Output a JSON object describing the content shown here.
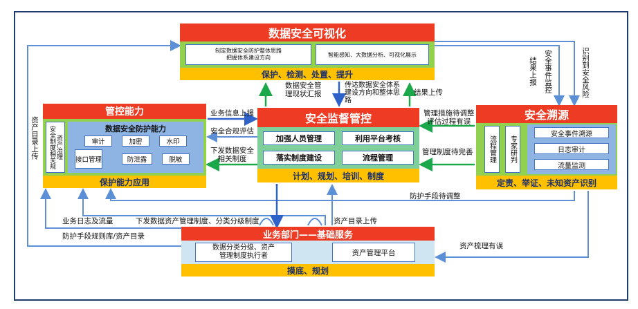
{
  "top": {
    "title": "数据安全可视化",
    "left_box": "制定数据安全防护整体思路\n把握体系建设方向",
    "right_box": "智能感知、大数据分析、可视化展示",
    "footer": "保护、检测、处置、提升"
  },
  "left": {
    "title": "管控能力",
    "vertical_box": "资产治理\n安全制度相关规",
    "panel_title": "数据安全防护能力",
    "cells": [
      "审计",
      "加密",
      "水印",
      "接口管理",
      "防泄露",
      "脱敏"
    ],
    "footer": "保护能力应用"
  },
  "center": {
    "title": "安全监督管控",
    "cells": [
      "加强人员管理",
      "利用平台考核",
      "落实制度建设",
      "流程管理"
    ],
    "footer": "计划、规划、培训、制度"
  },
  "right": {
    "title": "安全溯源",
    "vertical_boxes": [
      "流程管理",
      "专家研判"
    ],
    "list_items": [
      "安全事件溯源",
      "日志审计",
      "流量监测"
    ],
    "footer": "定责、举证、未知资产识别"
  },
  "bottom": {
    "title": "业务部门——基础服务",
    "left_box": "数据分类分级、资产\n管理制度执行者",
    "right_box": "资产管理平台",
    "footer": "摸底、规划"
  },
  "labels": {
    "business_report": "业务信息上报",
    "compliance_eval": "安全合规评估",
    "issue_policy": "下发数据安全\n相关制度",
    "mgmt_status": "数据安全管\n理现状汇报",
    "convey_direction": "传达数据安全体系\n建设方向和整体思\n路",
    "result_up": "结果上传",
    "measures_adjust": "管理措施待调整\n评估过程有误",
    "policy_improve": "管理制度待完善",
    "result_report": "结果上报",
    "event_monitor": "安全事件监控",
    "identify_risk": "识别到安全风险",
    "asset_catalog_up": "资产目录上传",
    "protection_adjust": "防护手段待调整",
    "log_flow": "业务日志及流量",
    "issue_asset_policy": "下发数据资产管理制度、分类分级制度",
    "asset_catalog_up2": "资产目录上传",
    "protection_rule_db": "防护手段规则库/资产目录",
    "asset_review_error": "资产梳理有误"
  }
}
